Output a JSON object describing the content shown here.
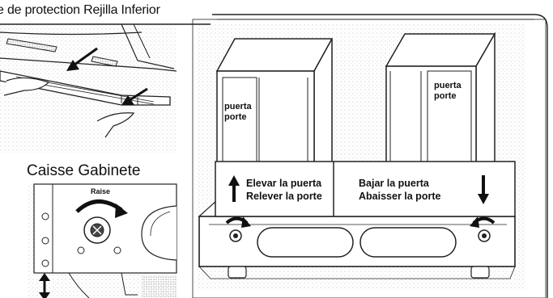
{
  "header": {
    "title": "e de protection Rejilla Inferior"
  },
  "left_detail": {
    "subtitle": "Caisse Gabinete",
    "raise_label": "Raise"
  },
  "door_left": {
    "label_line1": "puerta",
    "label_line2": "porte",
    "action_line1": "Elevar la puerta",
    "action_line2": "Relever la porte"
  },
  "door_right": {
    "label_line1": "puerta",
    "label_line2": "porte",
    "action_line1": "Bajar la puerta",
    "action_line2": "Abaisser la porte"
  },
  "icons": [
    "arrow-up-icon",
    "arrow-down-icon",
    "rotate-arrow-icon",
    "leveling-screw-icon"
  ]
}
